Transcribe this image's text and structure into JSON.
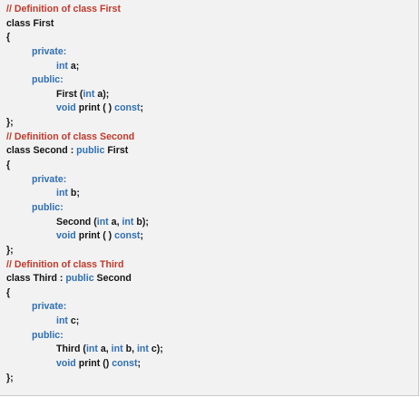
{
  "classes": [
    {
      "comment": "// Definition of class First",
      "decl": {
        "kw": "class",
        "name": "First",
        "sep": "",
        "base_kw": "",
        "base": ""
      },
      "open": "{",
      "private_label": "private:",
      "member": {
        "type": "int",
        "rest": "a;"
      },
      "public_label": "public:",
      "ctor": {
        "name": "First",
        "params": [
          {
            "type": "int",
            "name": "a"
          }
        ]
      },
      "print": {
        "ret": "void",
        "sig": "print ( )",
        "qual": "const",
        "end": ";"
      },
      "close": "};"
    },
    {
      "comment": "// Definition of class Second",
      "decl": {
        "kw": "class",
        "name": "Second",
        "sep": ":",
        "base_kw": "public",
        "base": "First"
      },
      "open": "{",
      "private_label": "private:",
      "member": {
        "type": "int",
        "rest": "b;"
      },
      "public_label": "public:",
      "ctor": {
        "name": "Second",
        "params": [
          {
            "type": "int",
            "name": "a"
          },
          {
            "type": "int",
            "name": "b"
          }
        ]
      },
      "print": {
        "ret": "void",
        "sig": "print ( )",
        "qual": "const",
        "end": ";"
      },
      "close": "};"
    },
    {
      "comment": "// Definition of class Third",
      "decl": {
        "kw": "class",
        "name": "Third",
        "sep": ":",
        "base_kw": "public",
        "base": "Second"
      },
      "open": "{",
      "private_label": "private:",
      "member": {
        "type": "int",
        "rest": "c;"
      },
      "public_label": "public:",
      "ctor": {
        "name": "Third",
        "params": [
          {
            "type": "int",
            "name": "a"
          },
          {
            "type": "int",
            "name": "b"
          },
          {
            "type": "int",
            "name": "c"
          }
        ]
      },
      "print": {
        "ret": "void",
        "sig": "print ()",
        "qual": "const",
        "end": ";"
      },
      "close": "};"
    }
  ]
}
